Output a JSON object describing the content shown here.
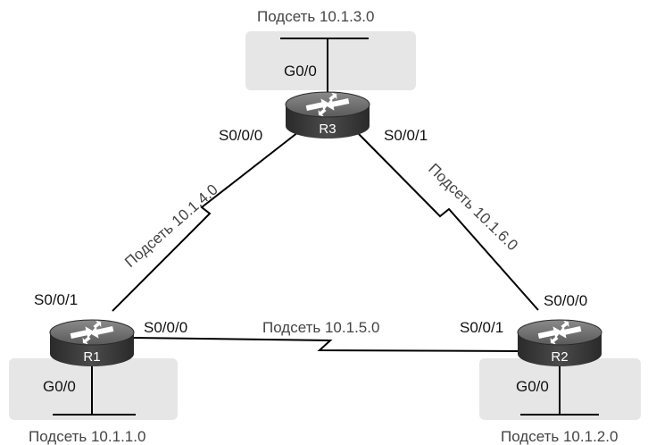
{
  "subnets": {
    "top": "Подсеть 10.1.3.0",
    "left": "Подсеть 10.1.1.0",
    "right": "Подсеть 10.1.2.0",
    "link_r1_r3": "Подсеть 10.1.4.0",
    "link_r2_r3": "Подсеть 10.1.6.0",
    "link_r1_r2": "Подсеть 10.1.5.0"
  },
  "routers": {
    "r1": {
      "name": "R1",
      "lan_if": "G0/0",
      "if_to_r3": "S0/0/1",
      "if_to_r2": "S0/0/0"
    },
    "r2": {
      "name": "R2",
      "lan_if": "G0/0",
      "if_to_r3": "S0/0/0",
      "if_to_r1": "S0/0/1"
    },
    "r3": {
      "name": "R3",
      "lan_if": "G0/0",
      "if_to_r1": "S0/0/0",
      "if_to_r2": "S0/0/1"
    }
  },
  "colors": {
    "lan_box": "#e6e6e6",
    "router_body": "#3e3e3e",
    "router_top": "#6e6e6e",
    "line": "#000000"
  }
}
